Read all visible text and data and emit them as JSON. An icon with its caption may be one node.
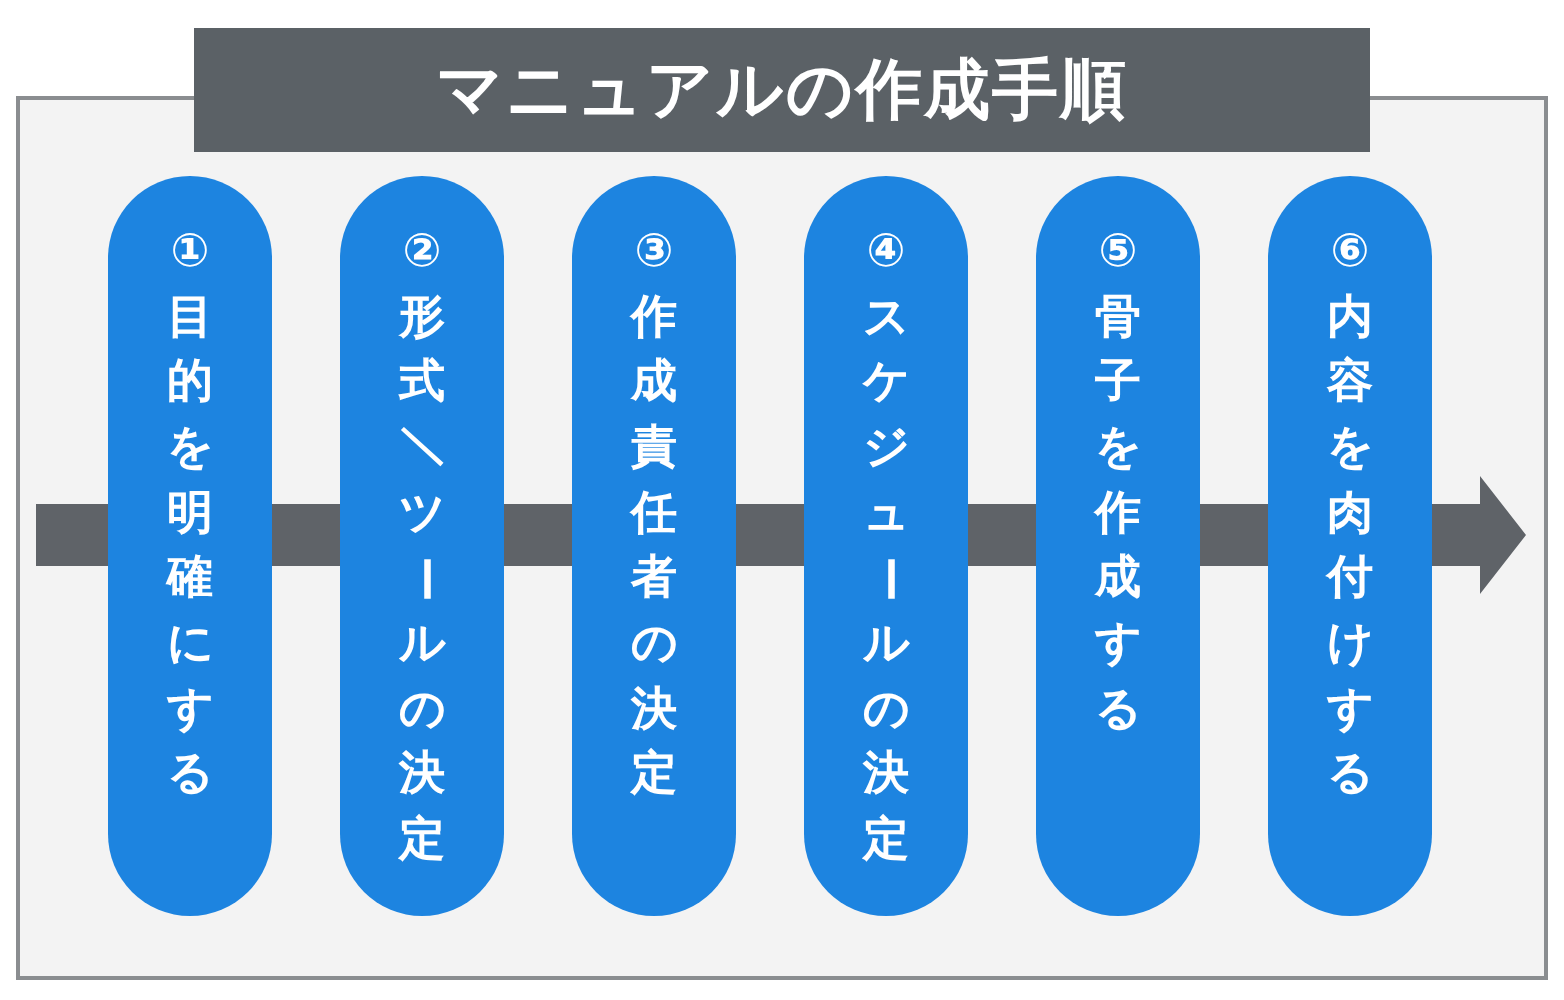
{
  "diagram": {
    "title": "マニュアルの作成手順",
    "nodes": [
      {
        "text": [
          "①目的を明確にする"
        ]
      },
      {
        "text": [
          "②形式／ツールの決定"
        ]
      },
      {
        "text": [
          "③作成責任者の決定"
        ]
      },
      {
        "text": [
          "④スケジュールの決定"
        ]
      },
      {
        "text": [
          "⑤骨子を作成する"
        ]
      },
      {
        "text": [
          "⑥内容を肉付けする"
        ]
      }
    ]
  }
}
